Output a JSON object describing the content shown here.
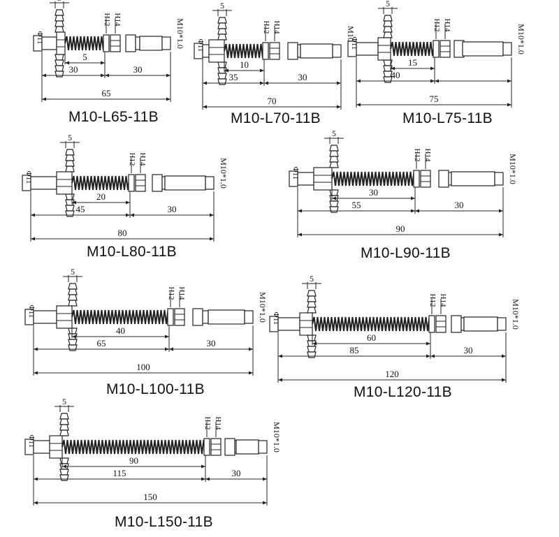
{
  "labels": {
    "hose_dim": "5",
    "hex12": "H12",
    "hex14": "H14",
    "thread": "M10*1.0",
    "diameter": "Φ11"
  },
  "panels": [
    {
      "model": "M10-L65-11B",
      "spring_dim": "5",
      "left_dim": "30",
      "right_dim": "30",
      "total_dim": "65"
    },
    {
      "model": "M10-L70-11B",
      "spring_dim": "10",
      "left_dim": "35",
      "right_dim": "30",
      "total_dim": "70"
    },
    {
      "model": "M10-L75-11B",
      "spring_dim": "15",
      "left_dim": "40",
      "right_dim": "",
      "total_dim": "75"
    },
    {
      "model": "M10-L80-11B",
      "spring_dim": "20",
      "left_dim": "45",
      "right_dim": "30",
      "total_dim": "80"
    },
    {
      "model": "M10-L90-11B",
      "spring_dim": "30",
      "left_dim": "55",
      "right_dim": "30",
      "total_dim": "90"
    },
    {
      "model": "M10-L100-11B",
      "spring_dim": "40",
      "left_dim": "65",
      "right_dim": "30",
      "total_dim": "100"
    },
    {
      "model": "M10-L120-11B",
      "spring_dim": "60",
      "left_dim": "85",
      "right_dim": "30",
      "total_dim": "120"
    },
    {
      "model": "M10-L150-11B",
      "spring_dim": "90",
      "left_dim": "115",
      "right_dim": "30",
      "total_dim": "150"
    }
  ]
}
